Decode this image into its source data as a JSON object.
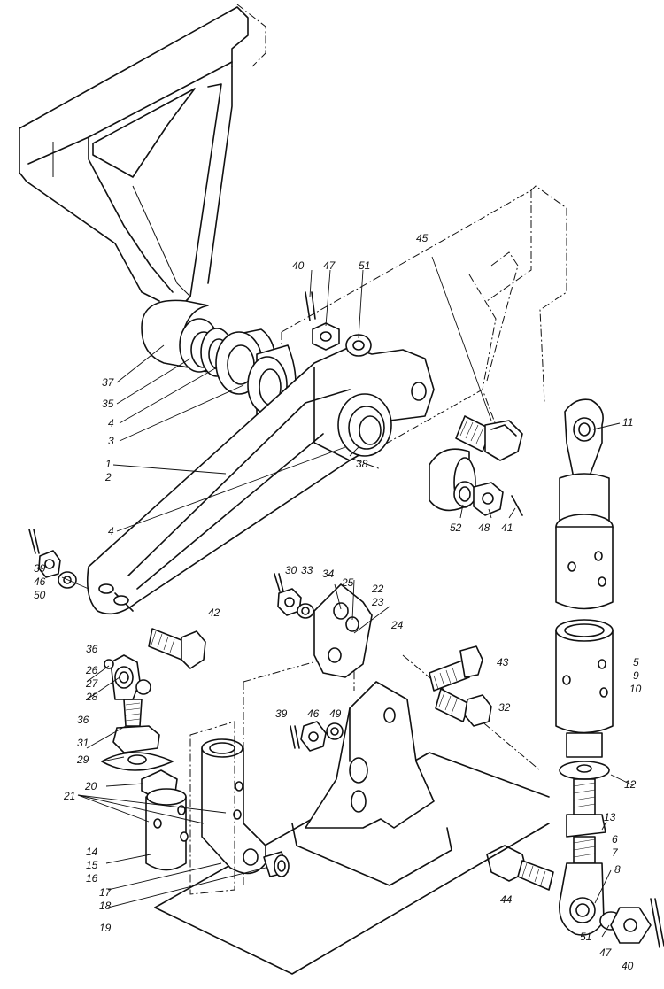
{
  "callouts": [
    {
      "id": "c40a",
      "text": "40"
    },
    {
      "id": "c47a",
      "text": "47"
    },
    {
      "id": "c51a",
      "text": "51"
    },
    {
      "id": "c45",
      "text": "45"
    },
    {
      "id": "c37",
      "text": "37"
    },
    {
      "id": "c35",
      "text": "35"
    },
    {
      "id": "c4a",
      "text": "4"
    },
    {
      "id": "c3",
      "text": "3"
    },
    {
      "id": "c1",
      "text": "1"
    },
    {
      "id": "c2",
      "text": "2"
    },
    {
      "id": "c4b",
      "text": "4"
    },
    {
      "id": "c38",
      "text": "38"
    },
    {
      "id": "c11",
      "text": "11"
    },
    {
      "id": "c52",
      "text": "52"
    },
    {
      "id": "c48",
      "text": "48"
    },
    {
      "id": "c41",
      "text": "41"
    },
    {
      "id": "c39a",
      "text": "39"
    },
    {
      "id": "c46a",
      "text": "46"
    },
    {
      "id": "c50",
      "text": "50"
    },
    {
      "id": "c30",
      "text": "30"
    },
    {
      "id": "c33",
      "text": "33"
    },
    {
      "id": "c34",
      "text": "34"
    },
    {
      "id": "c25",
      "text": "25"
    },
    {
      "id": "c22",
      "text": "22"
    },
    {
      "id": "c23",
      "text": "23"
    },
    {
      "id": "c24",
      "text": "24"
    },
    {
      "id": "c42",
      "text": "42"
    },
    {
      "id": "c36a",
      "text": "36"
    },
    {
      "id": "c26",
      "text": "26"
    },
    {
      "id": "c27",
      "text": "27"
    },
    {
      "id": "c28",
      "text": "28"
    },
    {
      "id": "c36b",
      "text": "36"
    },
    {
      "id": "c31",
      "text": "31"
    },
    {
      "id": "c29",
      "text": "29"
    },
    {
      "id": "c43",
      "text": "43"
    },
    {
      "id": "c5",
      "text": "5"
    },
    {
      "id": "c9",
      "text": "9"
    },
    {
      "id": "c10",
      "text": "10"
    },
    {
      "id": "c32",
      "text": "32"
    },
    {
      "id": "c39b",
      "text": "39"
    },
    {
      "id": "c46b",
      "text": "46"
    },
    {
      "id": "c49",
      "text": "49"
    },
    {
      "id": "c20",
      "text": "20"
    },
    {
      "id": "c21",
      "text": "21"
    },
    {
      "id": "c12",
      "text": "12"
    },
    {
      "id": "c13",
      "text": "13"
    },
    {
      "id": "c6",
      "text": "6"
    },
    {
      "id": "c7",
      "text": "7"
    },
    {
      "id": "c8",
      "text": "8"
    },
    {
      "id": "c14",
      "text": "14"
    },
    {
      "id": "c15",
      "text": "15"
    },
    {
      "id": "c16",
      "text": "16"
    },
    {
      "id": "c44",
      "text": "44"
    },
    {
      "id": "c17",
      "text": "17"
    },
    {
      "id": "c18",
      "text": "18"
    },
    {
      "id": "c19",
      "text": "19"
    },
    {
      "id": "c51b",
      "text": "51"
    },
    {
      "id": "c47b",
      "text": "47"
    },
    {
      "id": "c40b",
      "text": "40"
    }
  ]
}
